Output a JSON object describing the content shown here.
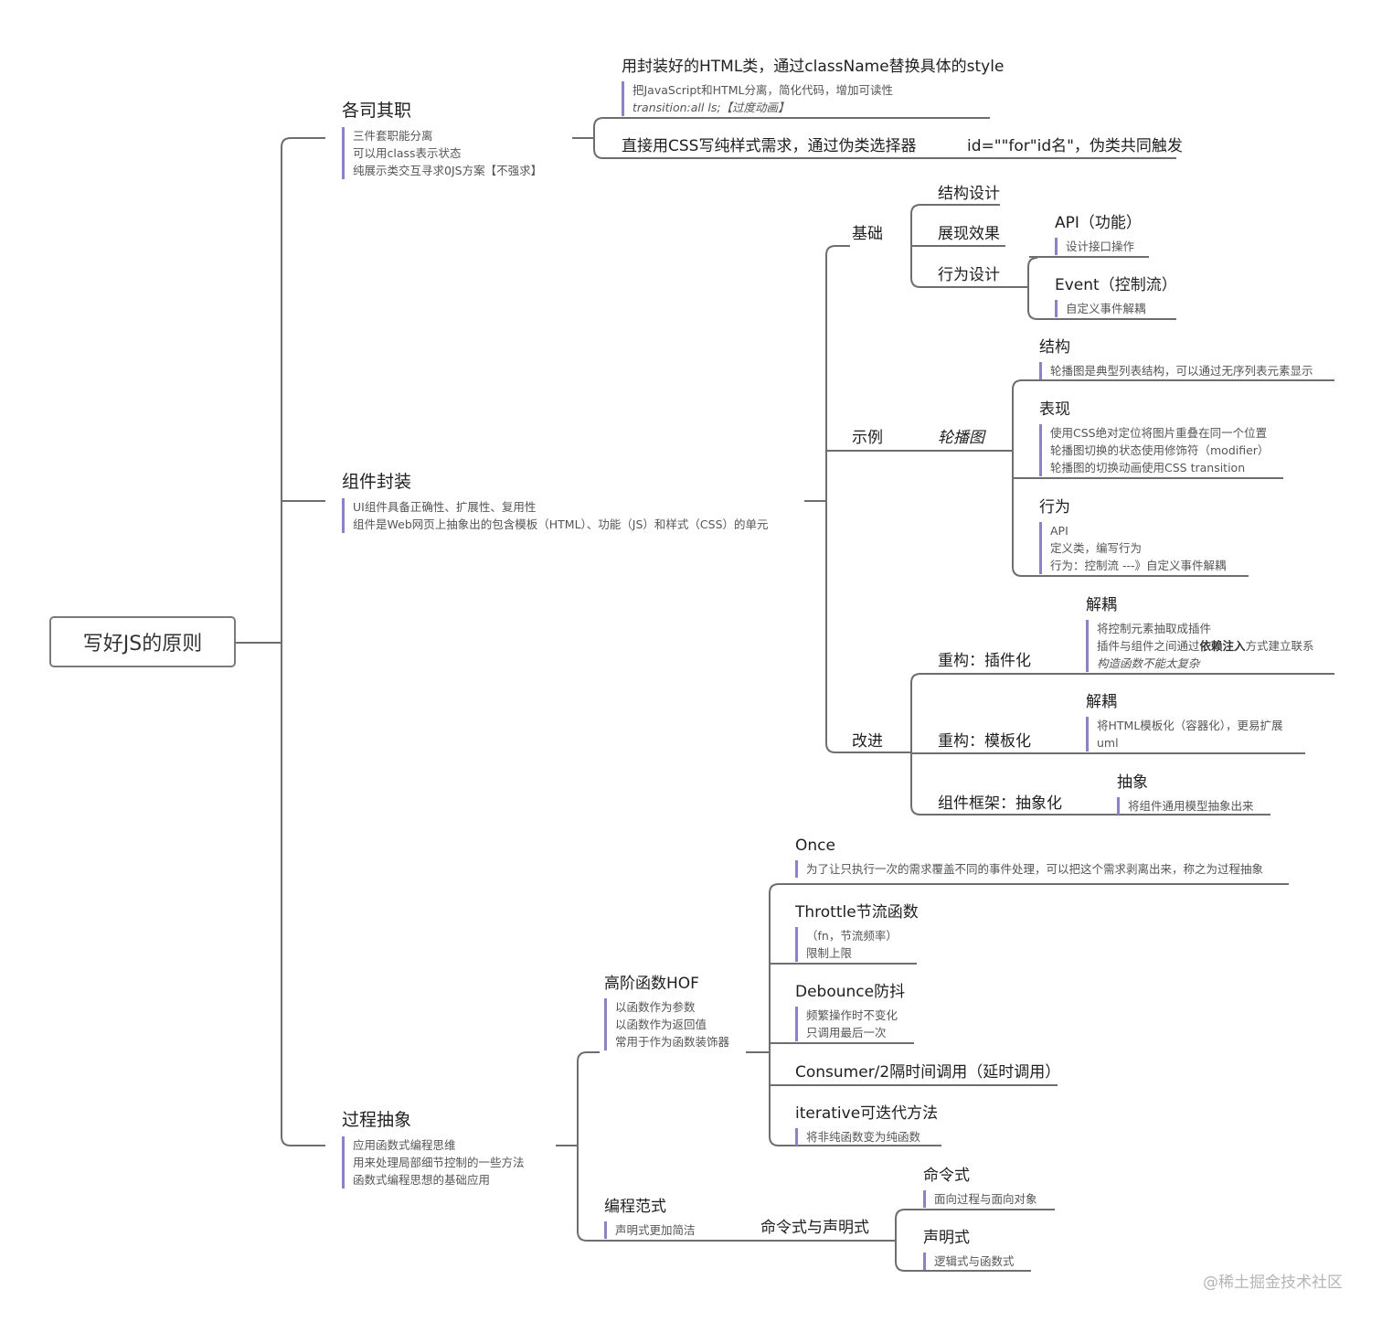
{
  "root": "写好JS的原则",
  "watermark": "@稀土掘金技术社区",
  "colors": {
    "line": "#6e6e6e",
    "note_bar": "#8c80d4"
  },
  "branch1": {
    "title": "各司其职",
    "notes": [
      "三件套职能分离",
      "可以用class表示状态",
      "纯展示类交互寻求0JS方案【不强求】"
    ],
    "child1": {
      "title": "用封装好的HTML类，通过className替换具体的style",
      "notes": [
        "把JavaScript和HTML分离，简化代码，增加可读性"
      ],
      "note_italic": "transition:all ls;【过度动画】"
    },
    "child2": {
      "title": "直接用CSS写纯样式需求，通过伪类选择器",
      "extra": "id=\"\"for\"id名\"，伪类共同触发"
    }
  },
  "branch2": {
    "title": "组件封装",
    "notes": [
      "UI组件具备正确性、扩展性、复用性",
      "组件是Web网页上抽象出的包含模板（HTML）、功能（JS）和样式（CSS）的单元"
    ],
    "basic": {
      "title": "基础",
      "items": [
        "结构设计",
        "展现效果",
        "行为设计"
      ],
      "api": {
        "title": "API（功能）",
        "note": "设计接口操作"
      },
      "event": {
        "title": "Event（控制流）",
        "note": "自定义事件解耦"
      }
    },
    "example": {
      "title": "示例",
      "name": "轮播图",
      "structure": {
        "title": "结构",
        "notes": [
          "轮播图是典型列表结构，可以通过无序列表元素显示"
        ]
      },
      "presentation": {
        "title": "表现",
        "notes": [
          "使用CSS绝对定位将图片重叠在同一个位置",
          "轮播图切换的状态使用修饰符（modifier）",
          "轮播图的切换动画使用CSS transition"
        ]
      },
      "behavior": {
        "title": "行为",
        "notes": [
          "API",
          "定义类，编写行为",
          "行为：控制流 ---》自定义事件解耦"
        ]
      }
    },
    "improve": {
      "title": "改进",
      "plugin": {
        "title": "重构：插件化",
        "sub": "解耦",
        "notes": [
          "将控制元素抽取成插件"
        ],
        "note_pre": "插件与组件之间通过",
        "note_bold": "依赖注入",
        "note_post": "方式建立联系",
        "note_italic": "构造函数不能太复杂"
      },
      "template": {
        "title": "重构：模板化",
        "sub": "解耦",
        "notes": [
          "将HTML模板化（容器化），更易扩展",
          "uml"
        ]
      },
      "framework": {
        "title": "组件框架：抽象化",
        "sub": "抽象",
        "notes": [
          "将组件通用模型抽象出来"
        ]
      }
    }
  },
  "branch3": {
    "title": "过程抽象",
    "notes": [
      "应用函数式编程思维",
      "用来处理局部细节控制的一些方法",
      "函数式编程思想的基础应用"
    ],
    "hof": {
      "title": "高阶函数HOF",
      "notes": [
        "以函数作为参数",
        "以函数作为返回值",
        "常用于作为函数装饰器"
      ],
      "once": {
        "title": "Once",
        "notes": [
          "为了让只执行一次的需求覆盖不同的事件处理，可以把这个需求剥离出来，称之为过程抽象"
        ]
      },
      "throttle": {
        "title": "Throttle节流函数",
        "notes": [
          "（fn，节流频率）",
          "限制上限"
        ]
      },
      "debounce": {
        "title": "Debounce防抖",
        "notes": [
          "频繁操作时不变化",
          "只调用最后一次"
        ]
      },
      "consumer": {
        "title": "Consumer/2隔时间调用（延时调用）"
      },
      "iterative": {
        "title": "iterative可迭代方法",
        "notes": [
          "将非纯函数变为纯函数"
        ]
      }
    },
    "paradigm": {
      "title": "编程范式",
      "notes": [
        "声明式更加简洁"
      ],
      "sub": "命令式与声明式",
      "imperative": {
        "title": "命令式",
        "notes": [
          "面向过程与面向对象"
        ]
      },
      "declarative": {
        "title": "声明式",
        "notes": [
          "逻辑式与函数式"
        ]
      }
    }
  }
}
